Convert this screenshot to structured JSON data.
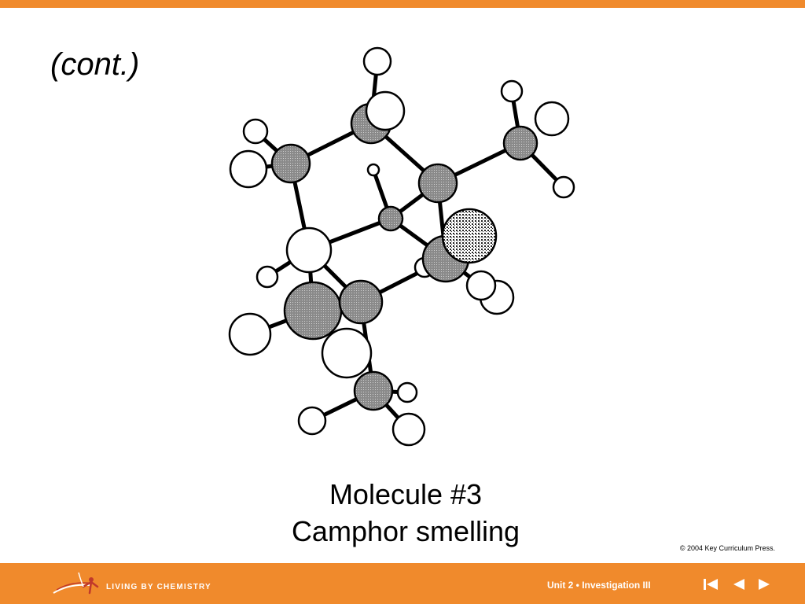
{
  "slide": {
    "heading": "(cont.)",
    "caption_line1": "Molecule #3",
    "caption_line2": "Camphor smelling",
    "copyright": "© 2004 Key Curriculum Press."
  },
  "footer": {
    "brand": "LIVING BY CHEMISTRY",
    "breadcrumb": "Unit 2 •  Investigation III"
  },
  "nav": {
    "first_icon": "skip-to-first-icon",
    "prev_icon": "triangle-left-icon",
    "next_icon": "triangle-right-icon"
  },
  "colors": {
    "accent": "#f08a2c",
    "carbon": "#8c8c8c",
    "hydrogen": "#ffffff",
    "oxygen": "#d8d8d8"
  }
}
